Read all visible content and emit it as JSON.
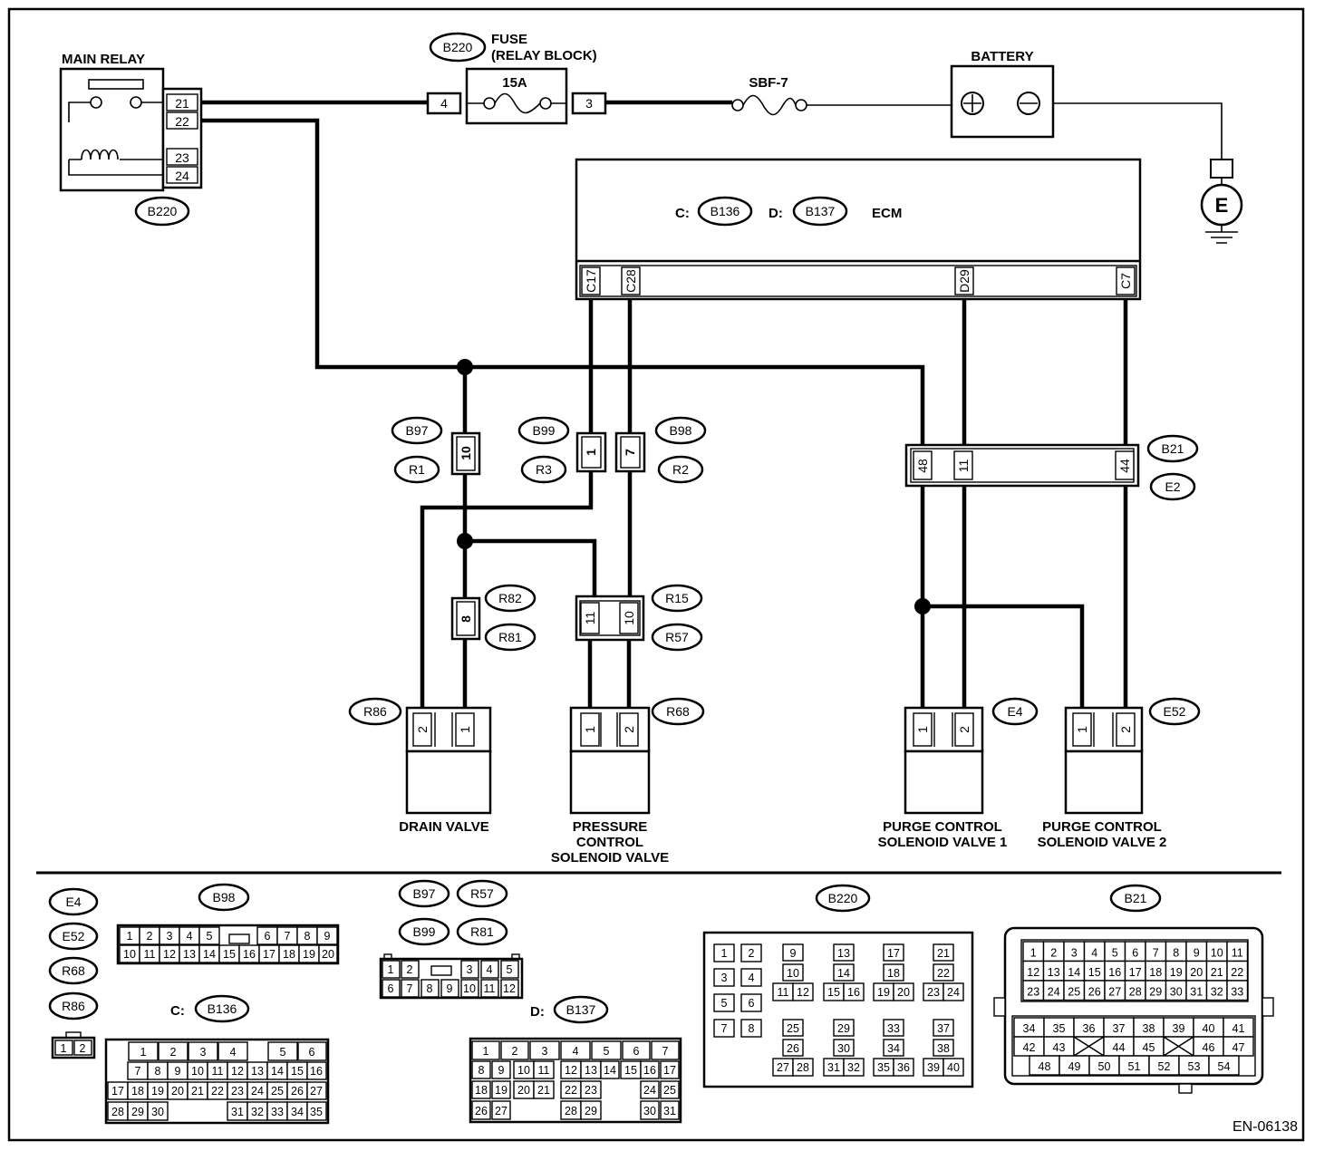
{
  "doc_code": "EN-06138",
  "components": {
    "main_relay": "MAIN RELAY",
    "fuse_line1": "FUSE",
    "fuse_line2": "(RELAY BLOCK)",
    "fuse_rating": "15A",
    "sbf": "SBF-7",
    "battery": "BATTERY",
    "ecm": "ECM",
    "ground": "E",
    "drain_valve": "DRAIN VALVE",
    "pressure_line1": "PRESSURE",
    "pressure_line2": "CONTROL",
    "pressure_line3": "SOLENOID VALVE",
    "purge1_line1": "PURGE CONTROL",
    "purge1_line2": "SOLENOID VALVE 1",
    "purge2_line1": "PURGE CONTROL",
    "purge2_line2": "SOLENOID VALVE 2"
  },
  "ecm_connectors": {
    "c_prefix": "C:",
    "c_id": "B136",
    "d_prefix": "D:",
    "d_id": "B137"
  },
  "connector_ids": {
    "fuse": "B220",
    "relay": "B220",
    "b97": "B97",
    "r1": "R1",
    "b99": "B99",
    "r3": "R3",
    "b98": "B98",
    "r2": "R2",
    "b21": "B21",
    "e2": "E2",
    "r82": "R82",
    "r81": "R81",
    "r15": "R15",
    "r57": "R57",
    "r86": "R86",
    "r68": "R68",
    "e4": "E4",
    "e52": "E52"
  },
  "pins": {
    "relay": [
      "21",
      "22",
      "23",
      "24"
    ],
    "fuse_in": "4",
    "fuse_out": "3",
    "ecm_c17": "C17",
    "ecm_c28": "C28",
    "ecm_d29": "D29",
    "ecm_c7": "C7",
    "b97": "10",
    "b99": "1",
    "b98": "7",
    "b21_48": "48",
    "b21_11": "11",
    "b21_44": "44",
    "r82": "8",
    "r15_11": "11",
    "r15_10": "10",
    "one": "1",
    "two": "2"
  },
  "legend": {
    "tags_small": [
      "E4",
      "E52",
      "R68",
      "R86"
    ],
    "b98": "B98",
    "b97_group": [
      "B97",
      "R57",
      "B99",
      "R81"
    ],
    "b220": "B220",
    "b21": "B21",
    "c_prefix": "C:",
    "c_id": "B136",
    "d_prefix": "D:",
    "d_id": "B137"
  }
}
